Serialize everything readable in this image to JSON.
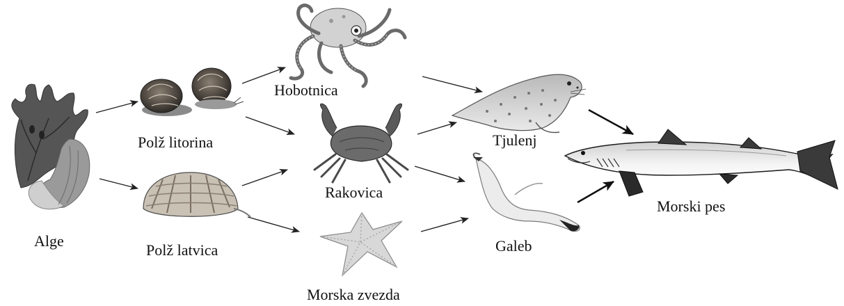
{
  "organisms": {
    "alge": "Alge",
    "polz_litorina": "Polž litorina",
    "polz_latvica": "Polž latvica",
    "hobotnica": "Hobotnica",
    "rakovica": "Rakovica",
    "morska_zvezda": "Morska zvezda",
    "tjulenj": "Tjulenj",
    "galeb": "Galeb",
    "morski_pes": "Morski pes"
  },
  "links": [
    [
      "Alge",
      "Polž litorina"
    ],
    [
      "Alge",
      "Polž latvica"
    ],
    [
      "Polž litorina",
      "Hobotnica"
    ],
    [
      "Polž litorina",
      "Rakovica"
    ],
    [
      "Polž latvica",
      "Rakovica"
    ],
    [
      "Polž latvica",
      "Morska zvezda"
    ],
    [
      "Hobotnica",
      "Tjulenj"
    ],
    [
      "Rakovica",
      "Tjulenj"
    ],
    [
      "Rakovica",
      "Galeb"
    ],
    [
      "Morska zvezda",
      "Galeb"
    ],
    [
      "Tjulenj",
      "Morski pes"
    ],
    [
      "Galeb",
      "Morski pes"
    ]
  ]
}
